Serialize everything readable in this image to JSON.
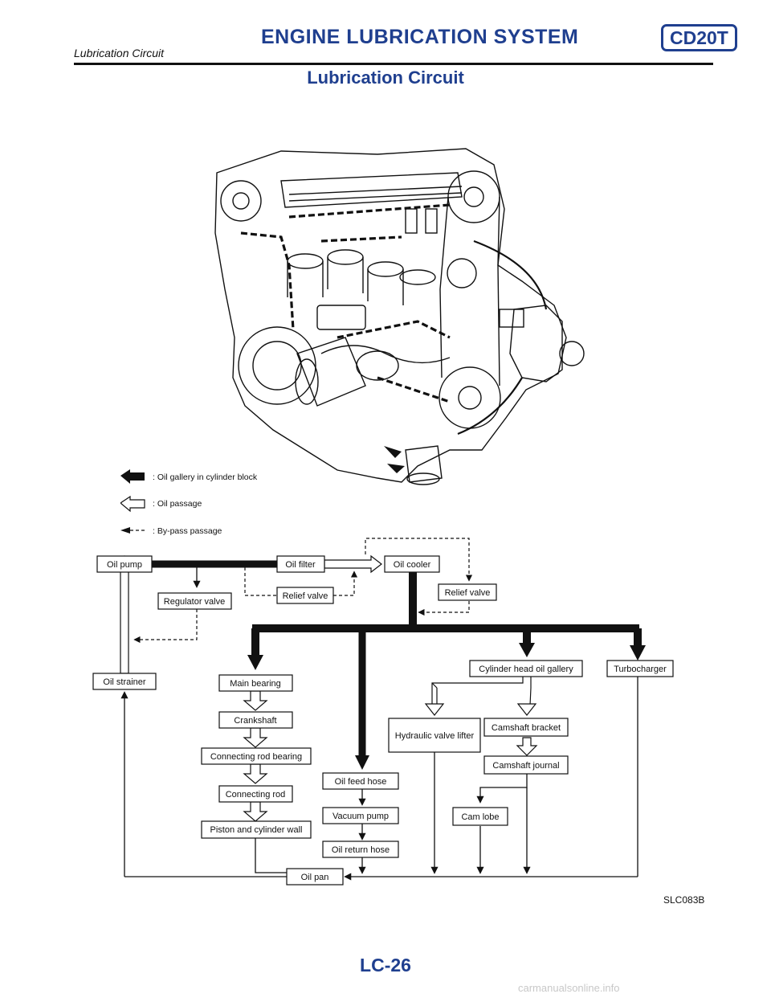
{
  "header": {
    "section_title": "ENGINE LUBRICATION SYSTEM",
    "engine_code": "CD20T",
    "subtitle": "Lubrication Circuit"
  },
  "page_title": "Lubrication Circuit",
  "legend": [
    {
      "label": ": Oil gallery in cylinder block"
    },
    {
      "label": ": Oil passage"
    },
    {
      "label": ": By-pass passage"
    }
  ],
  "flow_boxes": {
    "oil_pump": "Oil pump",
    "oil_filter": "Oil filter",
    "oil_cooler": "Oil cooler",
    "regulator_valve": "Regulator valve",
    "relief_valve_1": "Relief valve",
    "relief_valve_2": "Relief valve",
    "oil_strainer": "Oil strainer",
    "main_bearing": "Main bearing",
    "crankshaft": "Crankshaft",
    "connecting_rod_bearing": "Connecting rod bearing",
    "connecting_rod": "Connecting rod",
    "piston_cylinder_wall": "Piston and cylinder wall",
    "oil_feed_hose": "Oil feed hose",
    "vacuum_pump": "Vacuum pump",
    "oil_return_hose": "Oil return hose",
    "oil_pan": "Oil pan",
    "cylinder_head_gallery": "Cylinder head oil gallery",
    "turbocharger": "Turbocharger",
    "hydraulic_valve_lifter": "Hydraulic valve lifter",
    "camshaft_bracket": "Camshaft bracket",
    "camshaft_journal": "Camshaft journal",
    "cam_lobe": "Cam lobe"
  },
  "figure_id": "SLC083B",
  "page_number": "LC-26",
  "watermark": "carmanualsonline.info"
}
